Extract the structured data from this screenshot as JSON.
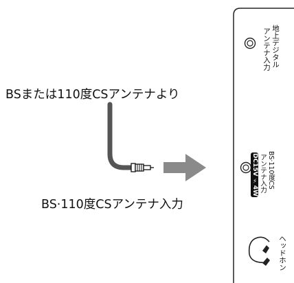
{
  "labels": {
    "source": "BSまたは110度CSアンテナより",
    "destination": "BS·110度CSアンテナ入力"
  },
  "panel": {
    "terrestrial_line1": "地上デジタル",
    "terrestrial_line2": "アンテナ入力",
    "bs_cs_line1": "BS·110度CS",
    "bs_cs_line2": "アンテナ入力",
    "bs_cs_power": "DC15V ⚡4W",
    "headphone": "ヘッドホン"
  }
}
